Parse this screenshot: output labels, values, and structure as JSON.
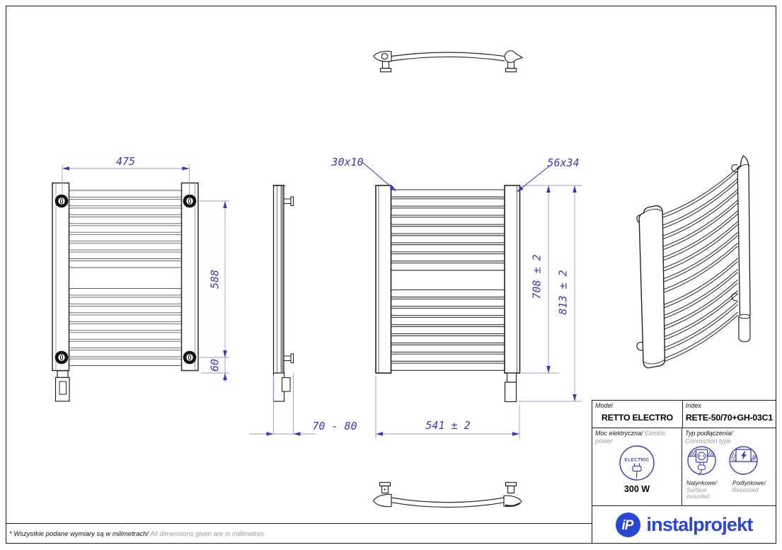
{
  "sheet": {
    "footnote_pl": "* Wszystkie podane wymiary są w milimetrach/",
    "footnote_en": " All dimensions given are in millimetres"
  },
  "dimensions": {
    "width_brackets": "475",
    "height_brackets": "588",
    "bracket_offset": "60",
    "wall_distance": "70 - 80",
    "overall_width": "541 ± 2",
    "collector_height": "708 ± 2",
    "overall_height": "813 ± 2",
    "tube_profile": "30x10",
    "collector_profile": "56x34"
  },
  "title_block": {
    "model_label": "Model",
    "model_value": "RETTO ELECTRO",
    "index_label": "Index",
    "index_value": "RETE-50/70+GH-03C1",
    "power_label_pl": "Moc elektryczna/",
    "power_label_en": " Electric power",
    "power_value": "300 W",
    "electric_badge": "ELECTRIC",
    "connection_label_pl": "Typ podłączenia/",
    "connection_label_en": "Connection type",
    "surface_label_pl": "Natynkowe/",
    "surface_label_en": "Surface mounted",
    "recessed_label_pl": "Podtynkowe/",
    "recessed_label_en": "Recessed"
  },
  "logo": {
    "monogram": "iP",
    "text": "instalprojekt",
    "color": "#2a46d4"
  },
  "colors": {
    "dimension_text": "#3838bf",
    "dimension_line": "#9a9ad0",
    "drawing": "#2a2a2a"
  }
}
